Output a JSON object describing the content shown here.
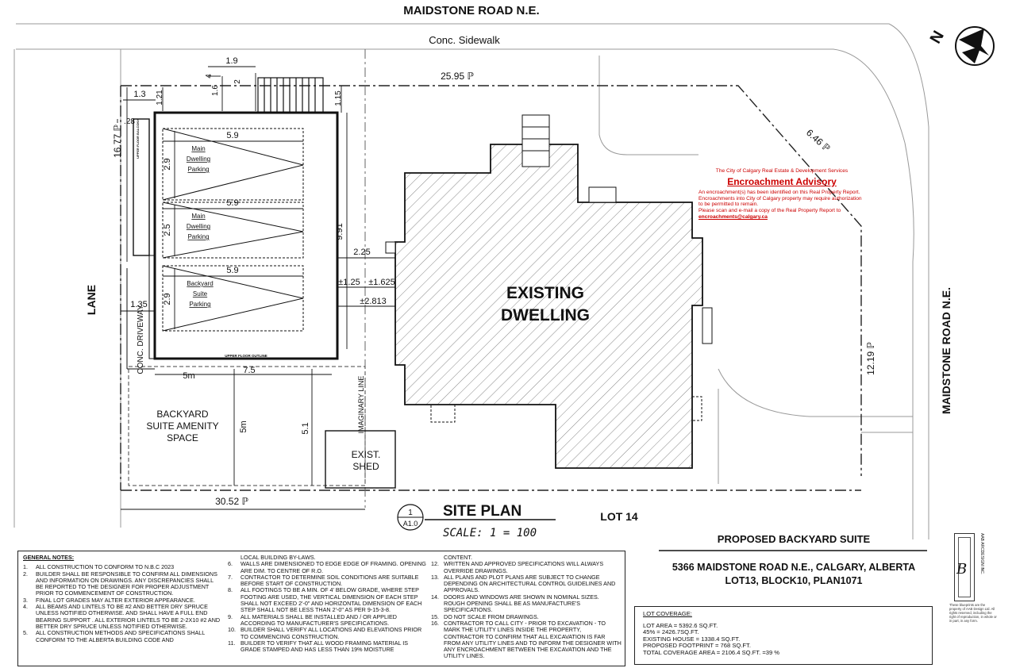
{
  "labels": {
    "road_top": "MAIDSTONE ROAD N.E.",
    "road_right": "MAIDSTONE ROAD N.E.",
    "sidewalk": "Conc. Sidewalk",
    "lane": "LANE",
    "conc_driveway": "CONC. DRIVEWAY",
    "existing_dwelling_1": "EXISTING",
    "existing_dwelling_2": "DWELLING",
    "exist_shed_1": "EXIST.",
    "exist_shed_2": "SHED",
    "amenity_1": "BACKYARD",
    "amenity_2": "SUITE AMENITY",
    "amenity_3": "SPACE",
    "imaginary_line": "IMAGINARY LINE",
    "upper_floor_outline": "UPPER FLOOR OUTLINE",
    "upper_floor_balcony": "UPPER FLOOR BALCONY",
    "lot14": "LOT 14",
    "north": "N"
  },
  "parking": [
    {
      "line1": "Main",
      "line2": "Dwelling",
      "line3": "Parking",
      "width": "5.9",
      "depth": "2.9"
    },
    {
      "line1": "Main",
      "line2": "Dwelling",
      "line3": "Parking",
      "width": "5.9",
      "depth": "2.5"
    },
    {
      "line1": "Backyard",
      "line2": "Suite",
      "line3": "Parking",
      "width": "5.9",
      "depth": "2.9"
    }
  ],
  "dims": {
    "d1_9": "1.9",
    "d4": "4",
    "d1_6": "1.6",
    "d2": "2",
    "d1_3": "1.3",
    "d1_21": "1.21",
    "d1_15": "1.15",
    "d25_95": "25.95 ℙ",
    "d16_77": "16.77 ℙ",
    "d28": ".28",
    "d9_91": "9.91",
    "d2_25": "2.25",
    "d1_25": "±1.25",
    "d1_625": "±1.625",
    "d2_813": "±2.813",
    "d1_35": "1.35",
    "d5m_h": "5m",
    "d7_5": "7.5",
    "d5m_v": "5m",
    "d5_1": "5.1",
    "d30_52": "30.52 ℙ",
    "d6_46": "6.46 ℙ",
    "d12_19": "12.19 ℙ"
  },
  "title": {
    "number": "1",
    "sheet": "A1.0",
    "name": "SITE PLAN",
    "scale": "SCALE:  1 = 100"
  },
  "project": {
    "name": "PROPOSED BACKYARD SUITE",
    "address": "5366 MAIDSTONE ROAD N.E., CALGARY, ALBERTA",
    "legal": "LOT13, BLOCK10, PLAN1071"
  },
  "advisory": {
    "org": "The City of Calgary Real Estate & Development Services",
    "heading": "Encroachment Advisory",
    "body": "An encroachment(s) has been identified on this Real Property Report. Encroachments into City of Calgary property may require authorization to be permitted to remain.",
    "body2": "Please scan and e-mail a copy of the Real Property Report to",
    "email": "encroachments@calgary.ca"
  },
  "coverage": {
    "heading": "LOT COVERAGE:",
    "lines": [
      "LOT AREA = 5392.6 SQ.FT.",
      "45% = 2426.7SQ.FT.",
      "EXISTING HOUSE = 1338.4 SQ.FT.",
      "PROPOSED FOOTPRINT = 768 SQ.FT.",
      "TOTAL COVERAGE AREA = 2106.4 SQ.FT. =39 %"
    ]
  },
  "notes": {
    "heading": "GENERAL NOTES:",
    "col1": [
      {
        "n": "1.",
        "t": "ALL CONSTRUCTION TO CONFORM TO N.B.C 2023"
      },
      {
        "n": "2.",
        "t": "BUILDER SHALL BE RESPONSIBLE TO CONFIRM ALL DIMENSIONS AND INFORMATION ON DRAWINGS. ANY DISCREPANCIES SHALL BE REPORTED TO THE DESIGNER FOR PROPER ADJUSTMENT PRIOR TO COMMENCEMENT OF CONSTRUCTION."
      },
      {
        "n": "3.",
        "t": "FINAL LOT GRADES MAY ALTER EXTERIOR APPEARANCE."
      },
      {
        "n": "4.",
        "t": "ALL BEAMS AND LINTELS TO BE #2 AND BETTER DRY SPRUCE UNLESS NOTIFIED OTHERWISE. AND SHALL HAVE A FULL END BEARING SUPPORT . ALL EXTERIOR LINTELS TO BE 2-2X10 #2 AND BETTER DRY SPRUCE UNLESS NOTIFIED OTHERWISE."
      },
      {
        "n": "5.",
        "t": "ALL CONSTRUCTION METHODS AND SPECIFICATIONS SHALL CONFORM TO THE ALBERTA BUILDING CODE AND"
      }
    ],
    "col2": [
      {
        "n": "",
        "t": "LOCAL BUILDING BY-LAWS."
      },
      {
        "n": "6.",
        "t": "WALLS ARE DIMENSIONED TO EDGE EDGE OF FRAMING. OPENING ARE DIM. TO CENTRE OF R.O."
      },
      {
        "n": "7.",
        "t": "CONTRACTOR TO DETERMINE SOIL CONDITIONS ARE SUITABLE BEFORE START OF CONSTRUCTION."
      },
      {
        "n": "8.",
        "t": "ALL FOOTINGS TO BE A MIN. OF 4' BELOW GRADE, WHERE STEP FOOTING ARE USED, THE VERTICAL DIMENSION OF EACH STEP SHALL NOT EXCEED 2'-0\" AND HORIZONTAL DIMENSION OF EACH STEP SHALL NOT BE LESS THAN 2'-0\" AS PER 9-15-3-8."
      },
      {
        "n": "9.",
        "t": "ALL MATERIALS SHALL BE INSTALLED AND / OR APPLIED ACCORDING TO MANUFACTURER'S SPECIFICATIONS."
      },
      {
        "n": "10.",
        "t": "BUILDER SHALL VERIFY ALL LOCATIONS AND ELEVATIONS PRIOR TO COMMENCING CONSTRUCTION."
      },
      {
        "n": "11.",
        "t": "BUILDER TO VERIFY THAT ALL WOOD FRAMING MATERIAL IS GRADE STAMPED AND HAS LESS THAN 19% MOISTURE"
      }
    ],
    "col3": [
      {
        "n": "",
        "t": "CONTENT."
      },
      {
        "n": "12.",
        "t": "WRITTEN AND APPROVED SPECIFICATIONS WILL ALWAYS OVERRIDE DRAWINGS."
      },
      {
        "n": "13.",
        "t": "ALL PLANS AND PLOT PLANS ARE SUBJECT TO CHANGE DEPENDING ON ARCHITECTURAL CONTROL GUIDELINES AND APPROVALS."
      },
      {
        "n": "14.",
        "t": "DOORS AND WINDOWS ARE SHOWN IN NOMINAL SIZES. ROUGH OPENING SHALL BE AS MANUFACTURE'S SPECIFICATIONS."
      },
      {
        "n": "15.",
        "t": "DO NOT SCALE FROM DRAWINGS."
      },
      {
        "n": "16.",
        "t": "CONTRACTOR TO CALL CITY - PRIOR TO EXCAVATION - TO MARK THE UTILITY LINES INSIDE THE PROPERTY, CONTRACTOR TO CONFIRM THAT ALL EXCAVATION IS FAR FROM ANY UTILITY LINES AND TO INFORM THE DESIGNER WITH ANY ENCROACHMENT BETWEEN THE EXCAVATION AND THE UTILITY LINES."
      }
    ]
  },
  "firm": {
    "name": "AAB ARCDESIGN INC.",
    "info": "These blueprints are the property of AAB Design Ltd. All rights reserved, including the right of reproduction, in whole or in part, in any form."
  }
}
